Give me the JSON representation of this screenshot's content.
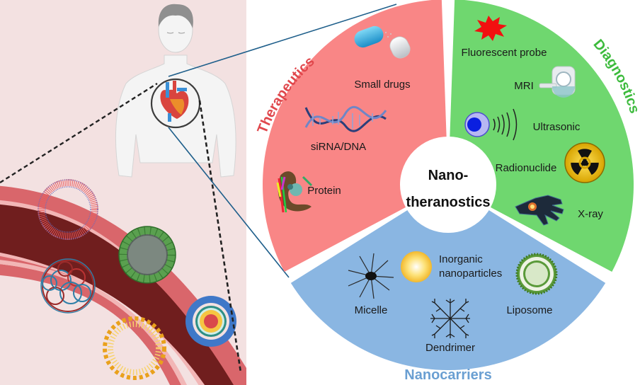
{
  "colors": {
    "left_panel_bg": "#f3e1e1",
    "therapeutics": "#f98686",
    "therapeutics_title": "#e0474c",
    "diagnostics": "#6fd76f",
    "diagnostics_title": "#3dbb3d",
    "nanocarriers": "#8ab6e2",
    "nanocarriers_title": "#6a9fd2",
    "connector_line": "#1f5f8b",
    "vessel_wall": "#d9666b",
    "vessel_lumen": "#701e1e"
  },
  "left_panel": {
    "figure": "human-torso",
    "organ": "heart",
    "vessel": "blood-vessel",
    "particles": [
      "polymer-micelle",
      "green-core-shell-nanoparticle",
      "polymer-coil-nanogel",
      "liposome",
      "targeted-core-shell-nanoparticle"
    ]
  },
  "wheel": {
    "center": {
      "line1": "Nano-",
      "line2": "theranostics"
    },
    "segments": [
      {
        "id": "therapeutics",
        "title": "Therapeutics",
        "items": [
          {
            "label": "Small drugs",
            "icon": "capsule-icon"
          },
          {
            "label": "siRNA/DNA",
            "icon": "dna-helix-icon"
          },
          {
            "label": "Protein",
            "icon": "protein-structure-icon"
          }
        ]
      },
      {
        "id": "diagnostics",
        "title": "Diagnostics",
        "items": [
          {
            "label": "Fluorescent probe",
            "icon": "starburst-icon"
          },
          {
            "label": "MRI",
            "icon": "mri-scanner-icon"
          },
          {
            "label": "Ultrasonic",
            "icon": "ultrasound-waves-icon"
          },
          {
            "label": "Radionuclide",
            "icon": "radiation-icon"
          },
          {
            "label": "X-ray",
            "icon": "xray-hand-icon"
          }
        ]
      },
      {
        "id": "nanocarriers",
        "title": "Nanocarriers",
        "items": [
          {
            "label": "Micelle",
            "icon": "micelle-icon"
          },
          {
            "label": "Inorganic",
            "label2": "nanoparticles",
            "icon": "gold-nanoparticle-icon"
          },
          {
            "label": "Liposome",
            "icon": "liposome-icon"
          },
          {
            "label": "Dendrimer",
            "icon": "dendrimer-icon"
          }
        ]
      }
    ]
  }
}
